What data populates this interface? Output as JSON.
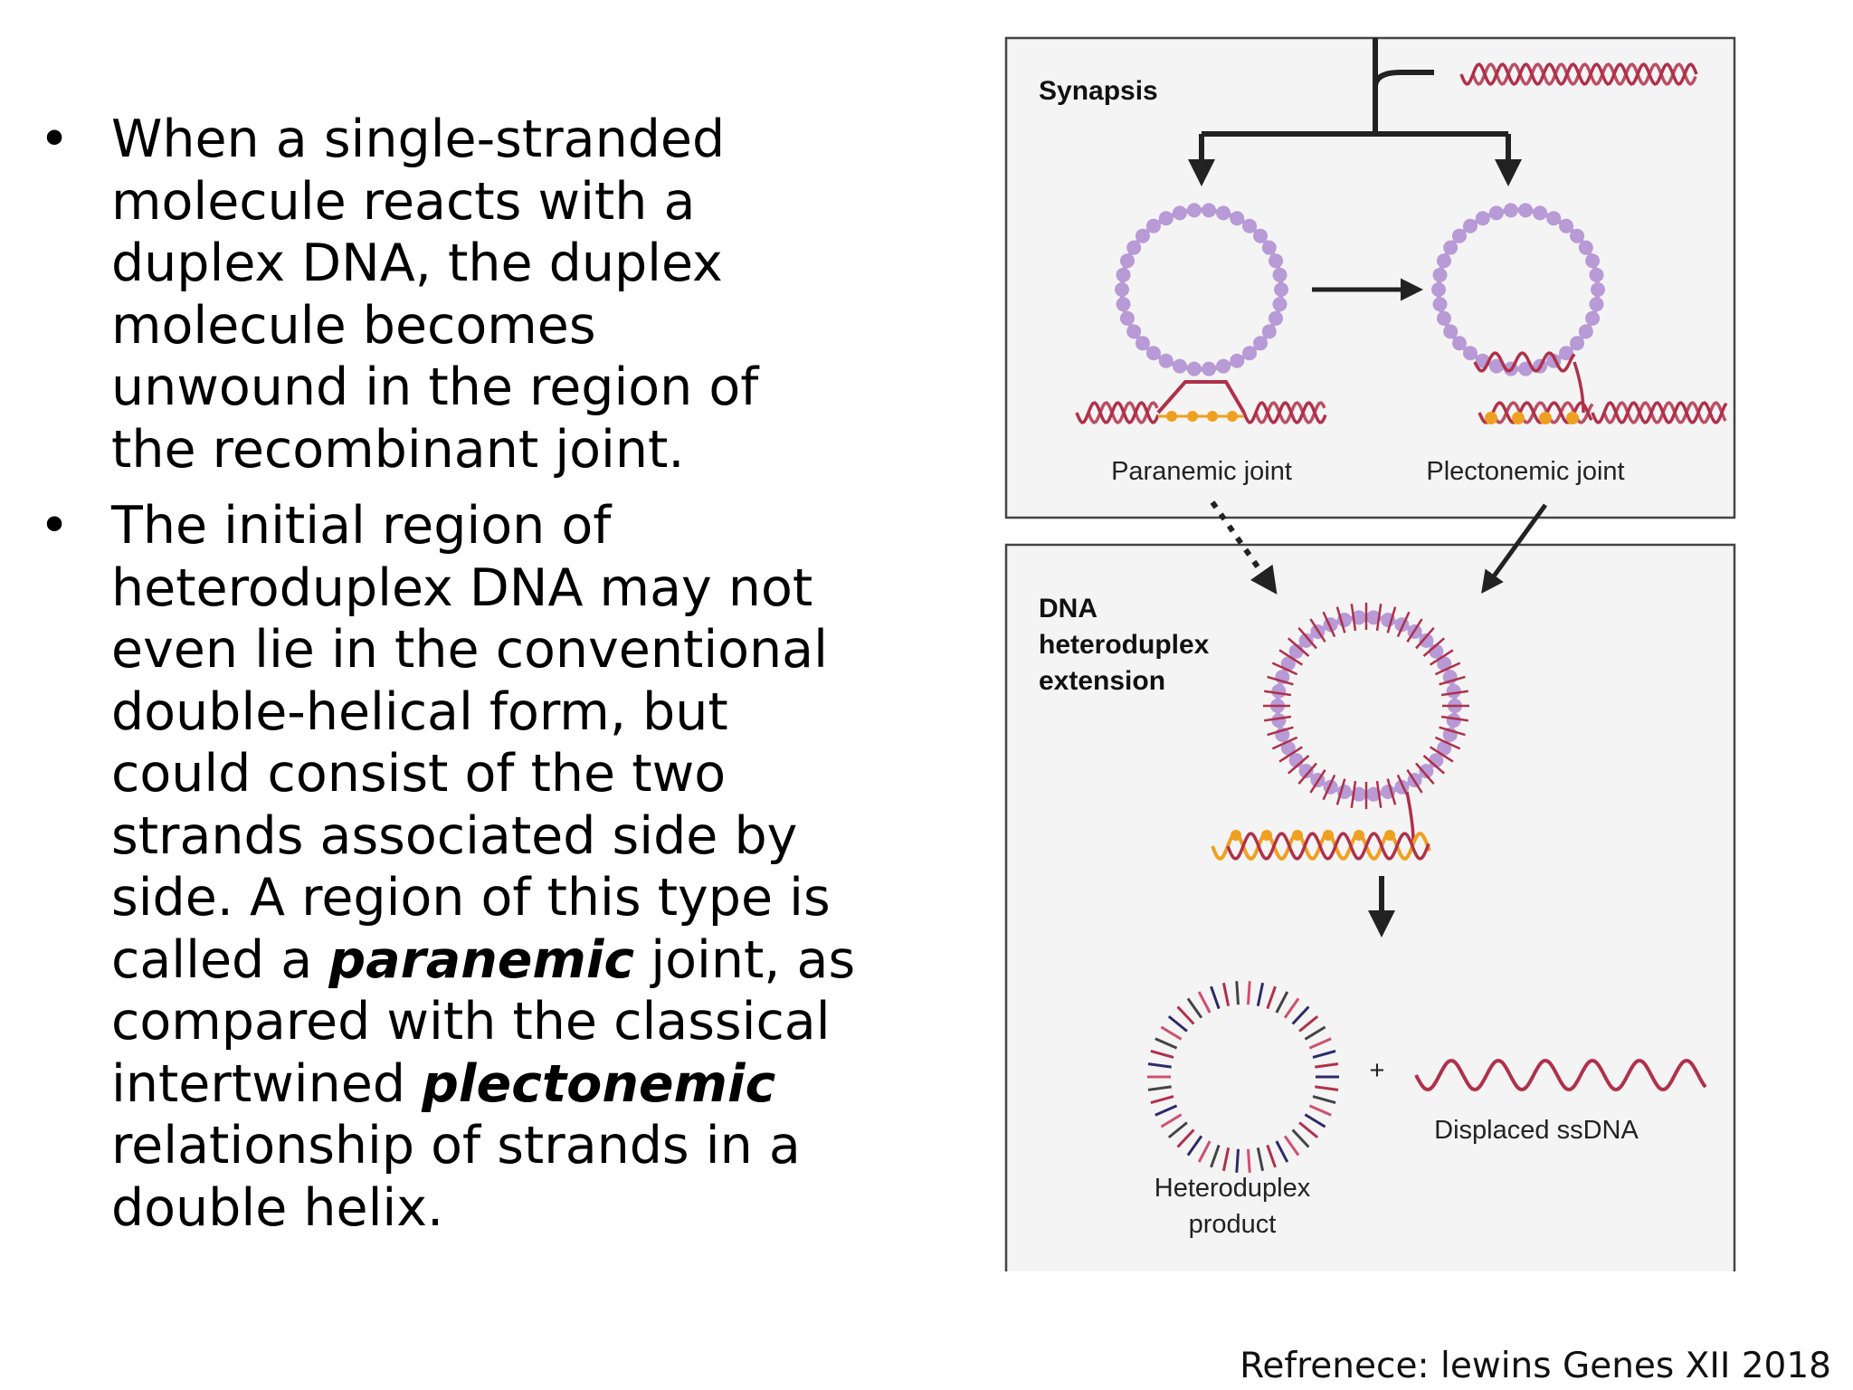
{
  "bullets": [
    {
      "lines": [
        "When a single-stranded",
        "molecule reacts with a",
        "duplex DNA, the duplex",
        "molecule becomes",
        "unwound in the region of",
        "the recombinant joint."
      ]
    },
    {
      "lines": [
        "The initial region of",
        "heteroduplex DNA may not",
        "even lie in the conventional",
        "double-helical form, but",
        "could consist of the two",
        "strands associated side by",
        "side. A region of this type is"
      ],
      "line_a_pre": "called a ",
      "line_a_emph": "paranemic",
      "line_a_post": " joint, as",
      "line_b": "compared with the classical",
      "line_c_pre": "intertwined ",
      "line_c_emph": "plectonemic",
      "tail_lines": [
        "relationship of strands in a",
        "double helix."
      ]
    }
  ],
  "figure": {
    "synapsis_label": "Synapsis",
    "paranemic_label": "Paranemic joint",
    "plectonemic_label": "Plectonemic joint",
    "extension_label_1": "DNA",
    "extension_label_2": "heteroduplex",
    "extension_label_3": "extension",
    "plus_sign": "+",
    "displaced_label": "Displaced ssDNA",
    "product_label_1": "Heteroduplex",
    "product_label_2": "product",
    "colors": {
      "circle": "#b79ad6",
      "strand": "#b0304a",
      "dot": "#f0a020",
      "arrow": "#222222"
    }
  },
  "reference": "Refrenece: lewins Genes XII 2018"
}
